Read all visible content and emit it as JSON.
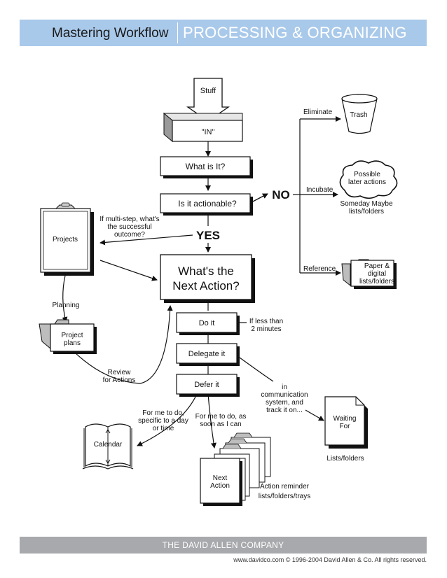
{
  "header": {
    "title_left": "Mastering Workflow",
    "title_right": "PROCESSING & ORGANIZING"
  },
  "nodes": {
    "stuff": "Stuff",
    "in": "\"IN\"",
    "what_is_it": "What is It?",
    "actionable": "Is it  actionable?",
    "no": "NO",
    "yes": "YES",
    "next_action_line1": "What's the",
    "next_action_line2": "Next Action?",
    "do_it": "Do it",
    "delegate_it": "Delegate it",
    "defer_it": "Defer it",
    "trash": "Trash",
    "possible_line1": "Possible",
    "possible_line2": "later actions",
    "someday_line1": "Someday Maybe",
    "someday_line2": "lists/folders",
    "paper_line1": "Paper &",
    "paper_line2": "digital",
    "paper_line3": "lists/folders",
    "projects": "Projects",
    "project_plans_line1": "Project",
    "project_plans_line2": "plans",
    "calendar": "Calendar",
    "waiting_line1": "Waiting",
    "waiting_line2": "For",
    "lists_folders": "Lists/folders",
    "next_action_files_line1": "Next",
    "next_action_files_line2": "Action",
    "action_reminder_line1": "Action reminder",
    "action_reminder_line2": "lists/folders/trays"
  },
  "edge_labels": {
    "eliminate": "Eliminate",
    "incubate": "Incubate",
    "reference": "Reference",
    "multistep_line1": "If multi-step, what's",
    "multistep_line2": "the successful",
    "multistep_line3": "outcome?",
    "planning": "Planning",
    "review_line1": "Review",
    "review_line2": "for Actions",
    "less_than_line1": "If less than",
    "less_than_line2": "2 minutes",
    "specific_line1": "For me to do,",
    "specific_line2": "specific to a day",
    "specific_line3": "or time",
    "asap_line1": "For me to do, as",
    "asap_line2": "soon as I can",
    "comm_line1": "in",
    "comm_line2": "communication",
    "comm_line3": "system, and",
    "comm_line4": "track it on..."
  },
  "footer": {
    "company": "THE DAVID ALLEN COMPANY",
    "copyright": "www.davidco.com  © 1996-2004 David Allen & Co. All rights reserved."
  },
  "colors": {
    "header_bg": "#a9c9ea",
    "footer_bg": "#a7a9ac",
    "stroke": "#111111",
    "shadow": "#111111",
    "folder_gray": "#bdbdbd"
  }
}
